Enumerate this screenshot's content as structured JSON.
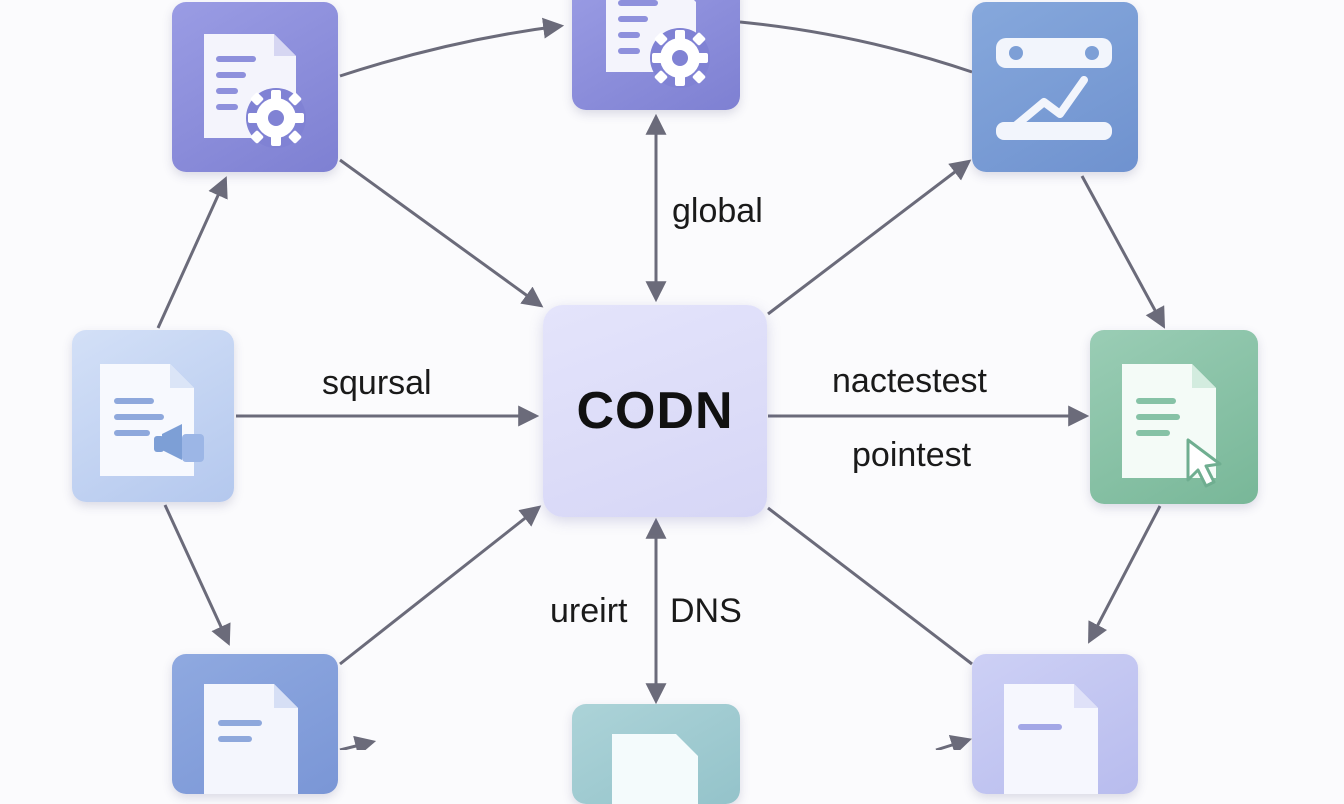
{
  "hub": {
    "label": "CODN"
  },
  "edge_labels": {
    "top": "global",
    "left": "sqursal",
    "right_upper": "nactestest",
    "right_lower": "pointest",
    "bottom_left": "ureirt",
    "bottom_right": "DNS"
  },
  "icons": {
    "top_left": "document-gear-icon",
    "top_center": "document-gear-icon",
    "top_right": "analytics-chart-icon",
    "left": "document-megaphone-icon",
    "right": "document-cursor-icon",
    "bottom_left": "document-icon",
    "bottom_center": "document-icon",
    "bottom_right": "document-icon"
  },
  "colors": {
    "edge": "#6b6b7a",
    "purple_tile": "#8e90dc",
    "blue_tile": "#7d9fd6",
    "light_blue_tile": "#c3d4f3",
    "green_tile": "#86c2a6",
    "teal_tile": "#9fc9cf",
    "lavender_tile": "#c2c6f2",
    "hub": "#dcdcf8"
  }
}
